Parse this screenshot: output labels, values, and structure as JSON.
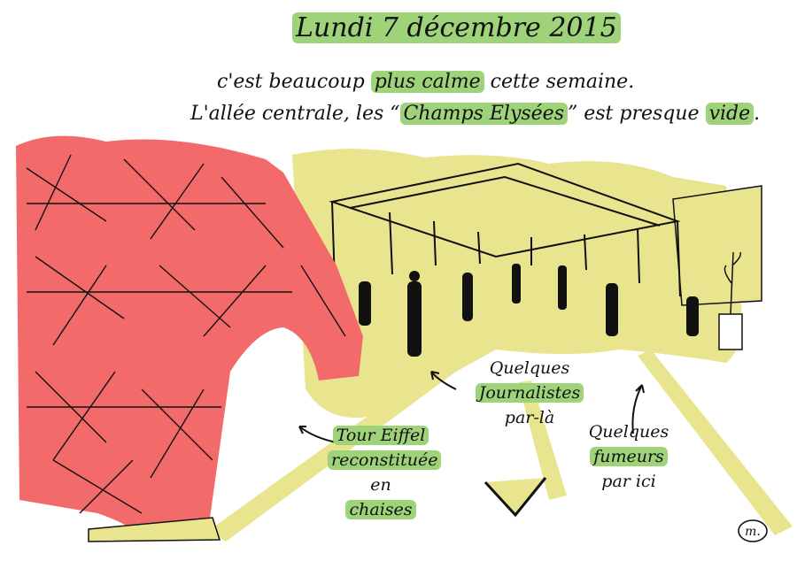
{
  "header": {
    "title": "Lundi 7 décembre 2015"
  },
  "intro": {
    "line1_pre": "c'est beaucoup ",
    "line1_hl": "plus calme",
    "line1_post": " cette semaine.",
    "line2_pre": "L'allée centrale, les “",
    "line2_hl": "Champs Elysées",
    "line2_mid": "” est presque ",
    "line2_hl2": "vide",
    "line2_post": "."
  },
  "labels": {
    "journ_1": "Quelques",
    "journ_2": "Journalistes",
    "journ_3": "par-là",
    "fum_1": "Quelques",
    "fum_2": "fumeurs",
    "fum_3": "par ici",
    "tour_1": "Tour Eiffel",
    "tour_2": "reconstituée",
    "tour_3": "en",
    "tour_4": "chaises"
  },
  "signature": "m.",
  "colors": {
    "tower_red": "#f26a6a",
    "ground_yellow": "#e9e48e",
    "highlight_green": "#9fd37a",
    "ink": "#111111"
  }
}
